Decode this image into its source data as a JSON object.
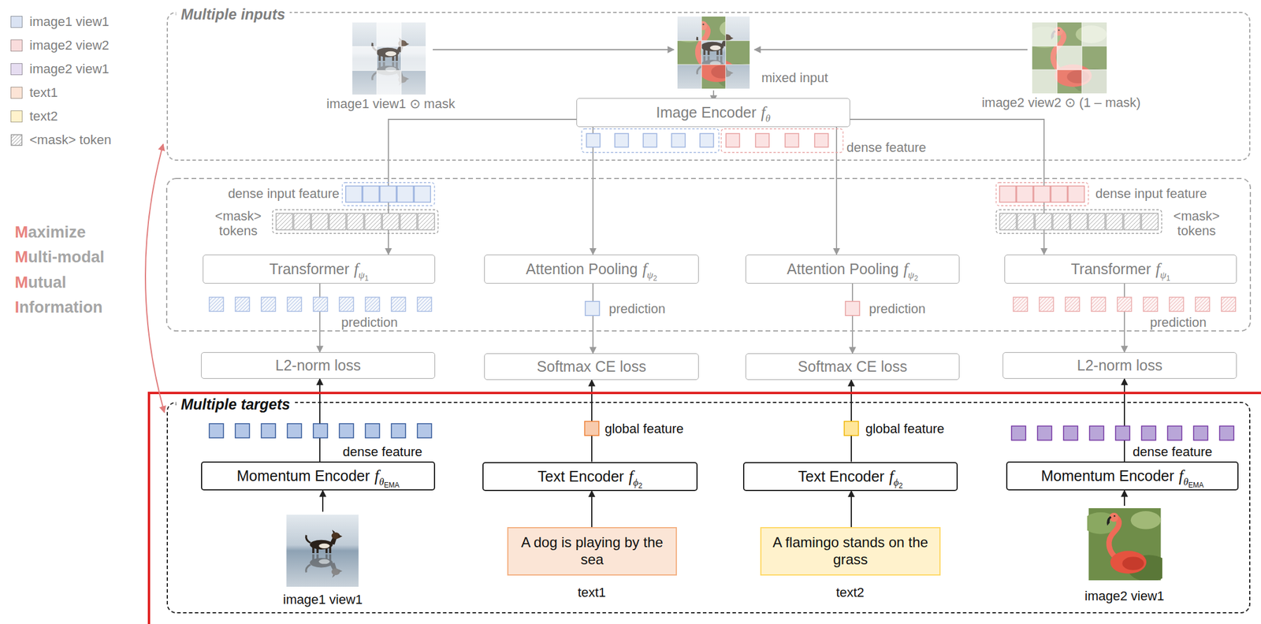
{
  "diagram": {
    "nodes": [
      {
        "text": [
          "Multiple inputs"
        ]
      },
      {
        "text": [
          "Image Encoder",
          "f",
          "θ"
        ],
        "in": 0
      },
      {
        "text": [
          "Transformer",
          "f",
          "ψ",
          "1"
        ]
      },
      {
        "text": [
          "Attention Pooling",
          "f",
          "ψ",
          "2"
        ]
      },
      {
        "text": [
          "Attention Pooling",
          "f",
          "ψ",
          "2"
        ]
      },
      {
        "text": [
          "Transformer",
          "f",
          "ψ",
          "1"
        ]
      },
      {
        "text": [
          "L2-norm loss"
        ]
      },
      {
        "text": [
          "Softmax CE loss"
        ]
      },
      {
        "text": [
          "Softmax CE loss"
        ]
      },
      {
        "text": [
          "L2-norm loss"
        ]
      },
      {
        "text": [
          "Multiple targets"
        ]
      },
      {
        "text": [
          "Momentum Encoder",
          "f",
          "θ",
          "EMA"
        ],
        "in": 10
      },
      {
        "text": [
          "Text Encoder",
          "f",
          "ϕ",
          "2"
        ],
        "in": 10
      },
      {
        "text": [
          "Text Encoder",
          "f",
          "ϕ",
          "2"
        ],
        "in": 10
      },
      {
        "text": [
          "Momentum Encoder",
          "f",
          "θ",
          "EMA"
        ],
        "in": 10
      },
      {
        "text": [
          "A dog is playing by the sea"
        ],
        "in": 10
      },
      {
        "text": [
          "A flamingo stands on the grass"
        ],
        "in": 10
      }
    ],
    "edges": [
      {
        "from": 1,
        "to": 2,
        "arrow": "to"
      },
      {
        "from": 1,
        "to": 3,
        "arrow": "to"
      },
      {
        "from": 1,
        "to": 4,
        "arrow": "to"
      },
      {
        "from": 1,
        "to": 5,
        "arrow": "to"
      },
      {
        "from": 2,
        "to": 6,
        "arrow": "to"
      },
      {
        "from": 3,
        "to": 7,
        "arrow": "to"
      },
      {
        "from": 4,
        "to": 8,
        "arrow": "to"
      },
      {
        "from": 5,
        "to": 9,
        "arrow": "to"
      },
      {
        "from": 11,
        "to": 6,
        "arrow": "to"
      },
      {
        "from": 12,
        "to": 7,
        "arrow": "to"
      },
      {
        "from": 13,
        "to": 8,
        "arrow": "to"
      },
      {
        "from": 14,
        "to": 9,
        "arrow": "to"
      },
      {
        "from": 15,
        "to": 12,
        "arrow": "to"
      },
      {
        "from": 16,
        "to": 13,
        "arrow": "to"
      }
    ],
    "labels": [
      "dense feature",
      "mixed input",
      "image1 view1 ⊙ mask",
      "image2 view2 ⊙ (1 – mask)",
      "dense input feature",
      "<mask> tokens",
      "dense input feature",
      "<mask> tokens",
      "prediction",
      "prediction",
      "prediction",
      "prediction",
      "Maximize",
      "Multi-modal",
      "Mutual",
      "Information",
      "global feature",
      "global feature",
      "dense feature",
      "dense feature",
      "image1 view1",
      "text1",
      "text2",
      "image2 view1"
    ],
    "legend": [
      {
        "text": "image1 view1",
        "color": "#dae3f3"
      },
      {
        "text": "image2 view2",
        "color": "#f9dcdc"
      },
      {
        "text": "image2 view1",
        "color": "#e6ddf1"
      },
      {
        "text": "text1",
        "color": "#fce4d6"
      },
      {
        "text": "text2",
        "color": "#fff2cc"
      },
      {
        "text": "<mask> token"
      }
    ]
  }
}
